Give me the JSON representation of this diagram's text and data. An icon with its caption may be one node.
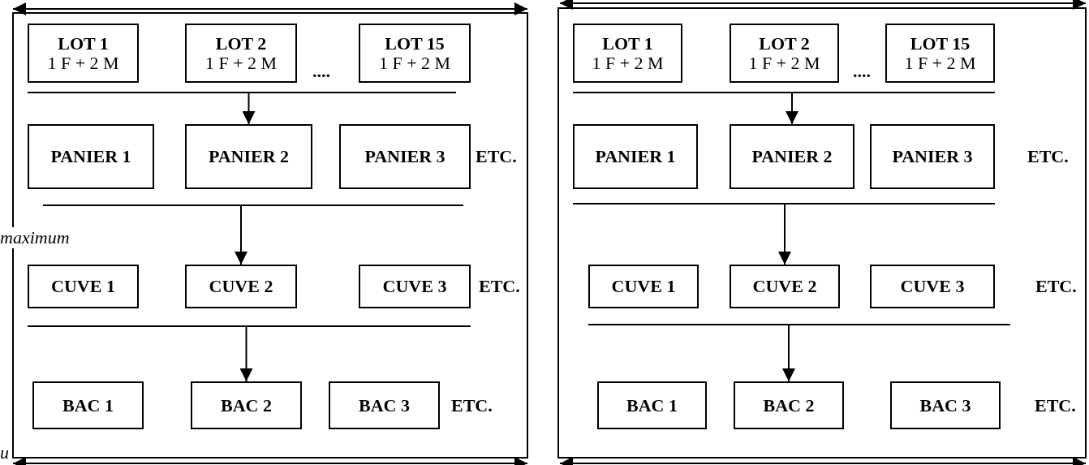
{
  "diagram": {
    "nodes": [
      {
        "text": [],
        "shape": "box"
      },
      {
        "text": [
          "LOT 1",
          "1 F + 2 M"
        ],
        "in": 0
      },
      {
        "text": [
          "LOT 2",
          "1 F + 2 M"
        ],
        "in": 0
      },
      {
        "text": [
          "LOT 15",
          "1 F + 2 M"
        ],
        "in": 0
      },
      {
        "text": [],
        "shape": "bar",
        "in": 0
      },
      {
        "text": [
          "PANIER 1"
        ],
        "in": 0
      },
      {
        "text": [
          "PANIER 2"
        ],
        "in": 0
      },
      {
        "text": [
          "PANIER 3"
        ],
        "in": 0,
        "beside": [
          "ETC."
        ]
      },
      {
        "text": [],
        "shape": "bar",
        "in": 0
      },
      {
        "text": [
          "CUVE 1"
        ],
        "in": 0
      },
      {
        "text": [
          "CUVE 2"
        ],
        "in": 0
      },
      {
        "text": [
          "CUVE 3"
        ],
        "in": 0,
        "beside": [
          "ETC."
        ]
      },
      {
        "text": [],
        "shape": "bar",
        "in": 0
      },
      {
        "text": [
          "BAC 1"
        ],
        "in": 0
      },
      {
        "text": [
          "BAC 2"
        ],
        "in": 0
      },
      {
        "text": [
          "BAC 3"
        ],
        "in": 0,
        "beside": [
          "ETC."
        ]
      },
      {
        "text": [],
        "shape": "box"
      },
      {
        "text": [
          "LOT 1",
          "1 F + 2 M"
        ],
        "in": 16
      },
      {
        "text": [
          "LOT 2",
          "1 F + 2 M"
        ],
        "in": 16
      },
      {
        "text": [
          "LOT 15",
          "1 F + 2 M"
        ],
        "in": 16
      },
      {
        "text": [],
        "shape": "bar",
        "in": 16
      },
      {
        "text": [
          "PANIER 1"
        ],
        "in": 16
      },
      {
        "text": [
          "PANIER 2"
        ],
        "in": 16
      },
      {
        "text": [
          "PANIER 3"
        ],
        "in": 16,
        "beside": [
          "ETC."
        ]
      },
      {
        "text": [],
        "shape": "bar",
        "in": 16
      },
      {
        "text": [
          "CUVE 1"
        ],
        "in": 16
      },
      {
        "text": [
          "CUVE 2"
        ],
        "in": 16
      },
      {
        "text": [
          "CUVE 3"
        ],
        "in": 16,
        "beside": [
          "ETC."
        ]
      },
      {
        "text": [],
        "shape": "bar",
        "in": 16
      },
      {
        "text": [
          "BAC 1"
        ],
        "in": 16
      },
      {
        "text": [
          "BAC 2"
        ],
        "in": 16
      },
      {
        "text": [
          "BAC 3"
        ],
        "in": 16,
        "beside": [
          "ETC."
        ]
      }
    ],
    "edges": [
      {
        "from": 4,
        "to": 6,
        "arrow": "to"
      },
      {
        "from": 8,
        "to": 10,
        "arrow": "to"
      },
      {
        "from": 12,
        "to": 14,
        "arrow": "to"
      },
      {
        "from": 20,
        "to": 22,
        "arrow": "to"
      },
      {
        "from": 24,
        "to": 26,
        "arrow": "to"
      },
      {
        "from": 28,
        "to": 30,
        "arrow": "to"
      }
    ],
    "labels": [
      "....",
      "....",
      "maximum",
      "u"
    ]
  }
}
